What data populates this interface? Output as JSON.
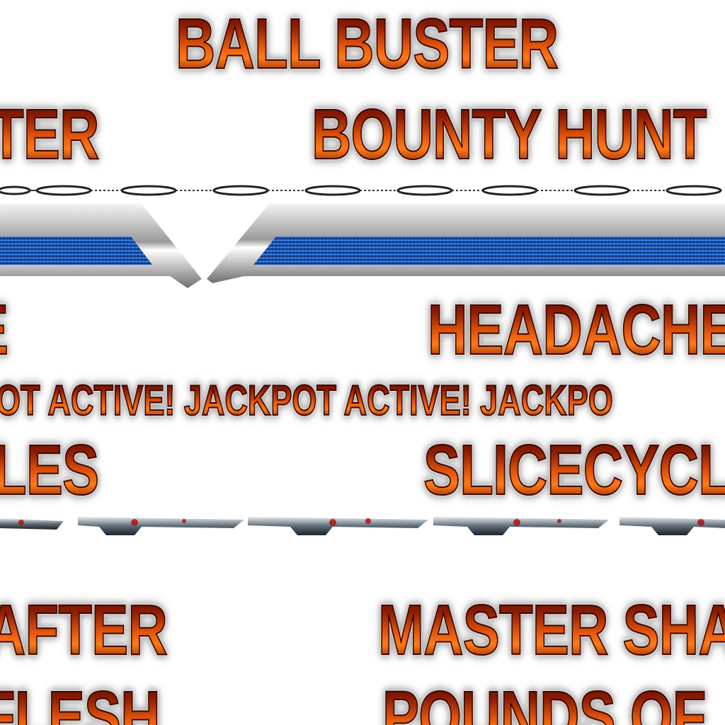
{
  "texture_atlas": {
    "words": {
      "ball_buster": "BALL BUSTER",
      "left_fragment_top": "TER",
      "bounty_hunter": "BOUNTY HUNT",
      "left_fragment_mid": "E",
      "headache": "HEADACHE",
      "jackpot_strip": "OT ACTIVE! JACKPOT ACTIVE! JACKPO",
      "left_fragment_cycles": "LES",
      "slicecycle": "SLICECYCL",
      "after": "AFTER",
      "master_sha": "MASTER SHA",
      "flesh": "FLESH",
      "pounds_of": "POUNDS OF"
    },
    "colors": {
      "text_dark": "#5a0a00",
      "text_light": "#ff7a18",
      "bar_blue": "#1a5fd0",
      "bar_chrome": "#d8d8d8",
      "background": "#ffffff"
    },
    "icons": {
      "chain": "chain-strip",
      "blue_bar": "metallic-blue-bar",
      "blood_strip": "bloody-metal-strip"
    }
  }
}
